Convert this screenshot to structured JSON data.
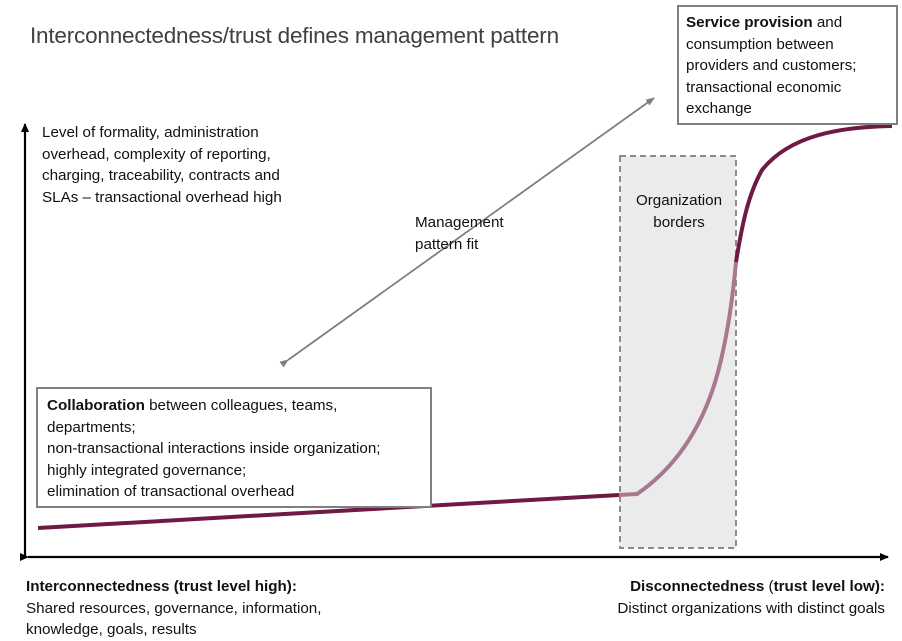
{
  "diagram": {
    "title": "Interconnectedness/trust defines management pattern",
    "y_axis_label": "Level of formality, administration overhead, complexity of reporting, charging, traceability, contracts and SLAs – transactional overhead high",
    "y_axis_lines": [
      "Level of formality, administration",
      "overhead, complexity of reporting,",
      "charging, traceability, contracts and",
      "SLAs – transactional overhead high"
    ],
    "service_box": {
      "bold": "Service provision",
      "lines": [
        " and",
        "consumption between",
        "providers and customers;",
        "transactional economic",
        "exchange"
      ]
    },
    "collab_box": {
      "bold": "Collaboration",
      "lines": [
        " between colleagues, teams,",
        "departments;",
        "non-transactional interactions inside organization;",
        "highly integrated governance;",
        "elimination of transactional overhead"
      ]
    },
    "management_fit": {
      "lines": [
        "Management",
        "pattern fit"
      ]
    },
    "org_borders": {
      "lines": [
        "Organization",
        "borders"
      ]
    },
    "x_left": {
      "bold": "Interconnectedness (trust level high):",
      "lines": [
        "Shared resources, governance, information,",
        "knowledge, goals, results"
      ]
    },
    "x_right": {
      "bold1": "Disconnectedness",
      "plain": " (",
      "bold2": "trust level low):",
      "line": "Distinct organizations with distinct goals"
    },
    "colors": {
      "curve": "#6e1a45",
      "curve_light": "#a87890",
      "org_box_fill": "#ebebeb",
      "org_box_border": "#8c8c8c",
      "diag_arrow": "#7f7f7f",
      "box_border": "#7f7f7f",
      "title": "#404040"
    }
  }
}
